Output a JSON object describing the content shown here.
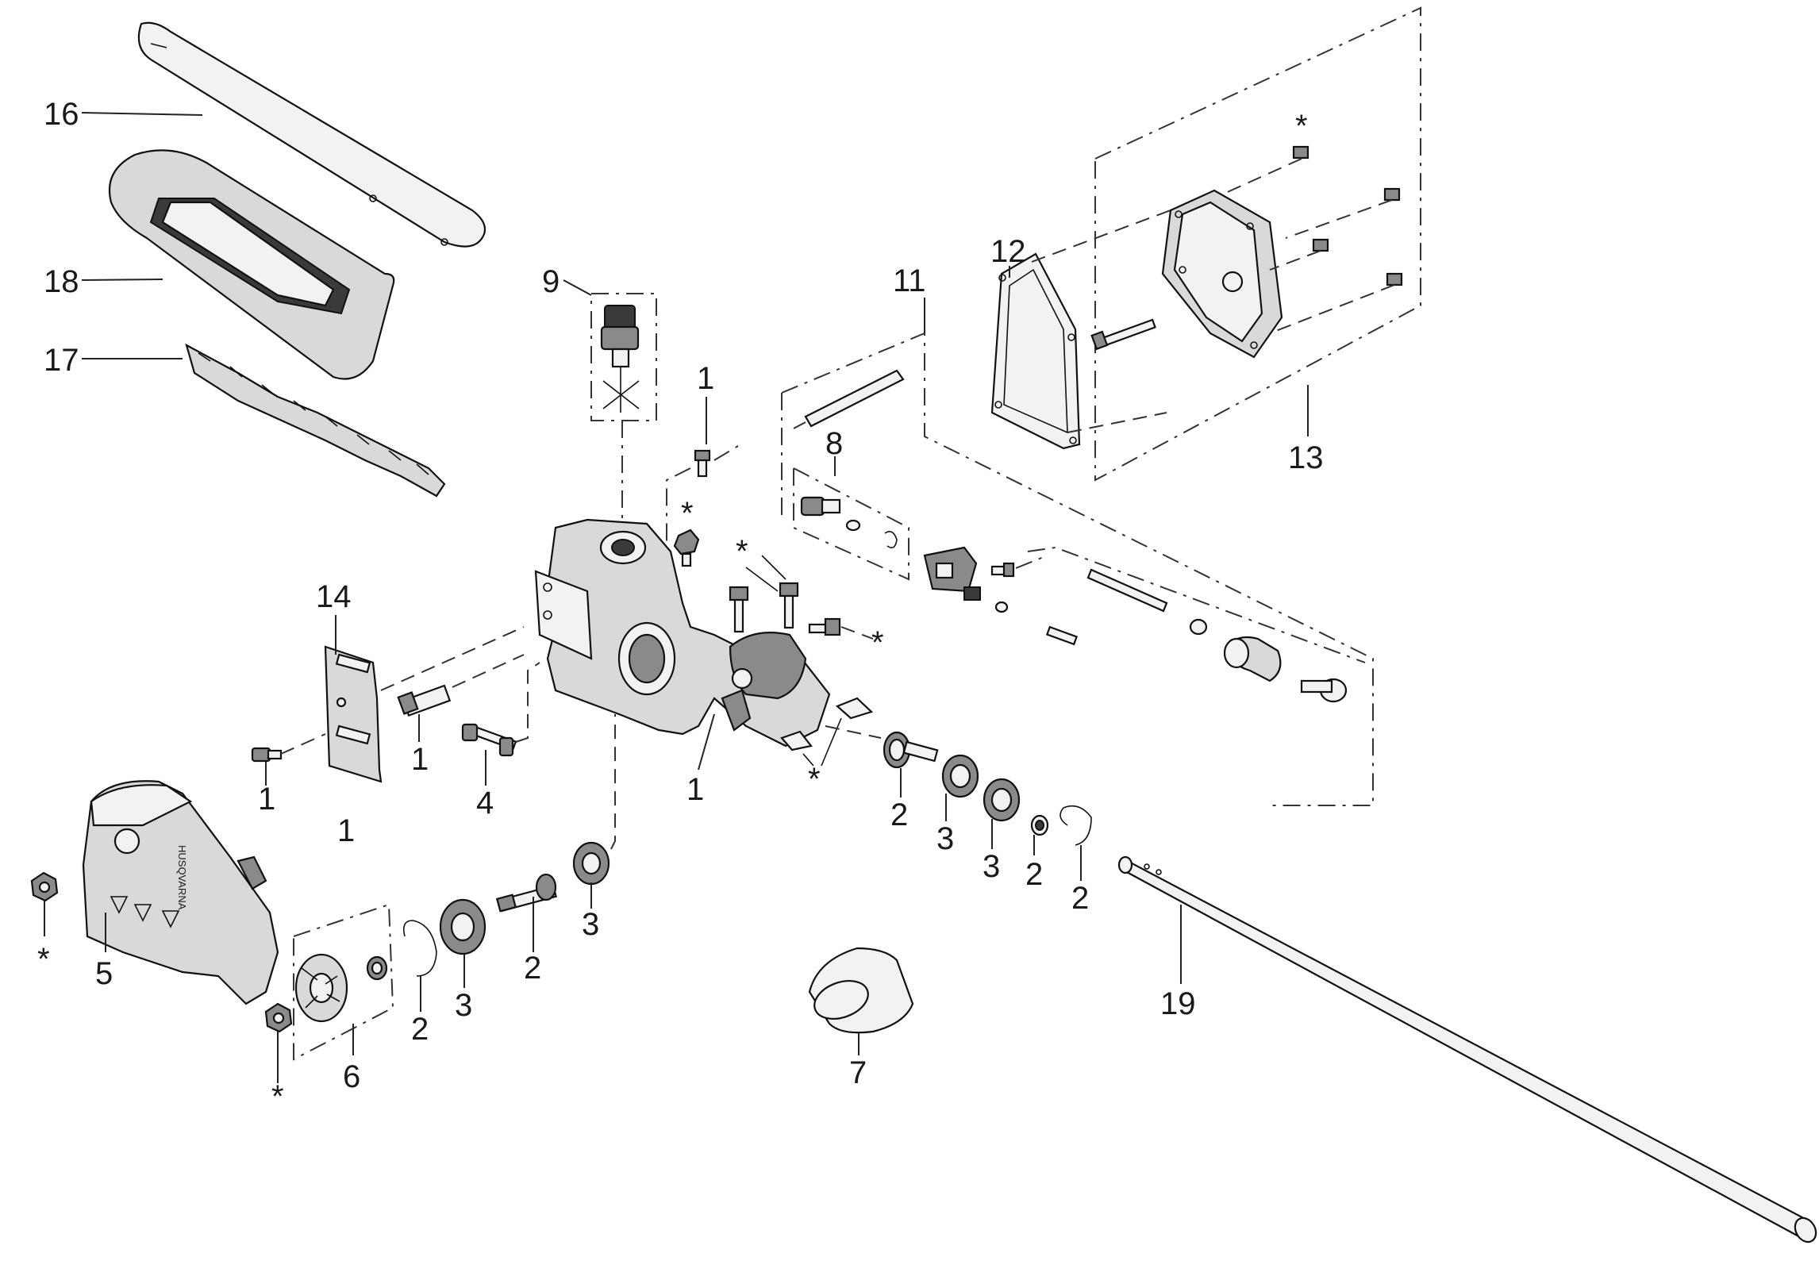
{
  "diagram": {
    "callouts": [
      {
        "id": "16",
        "text": "16"
      },
      {
        "id": "18",
        "text": "18"
      },
      {
        "id": "17",
        "text": "17"
      },
      {
        "id": "9",
        "text": "9"
      },
      {
        "id": "1a",
        "text": "1"
      },
      {
        "id": "11",
        "text": "11"
      },
      {
        "id": "12",
        "text": "12"
      },
      {
        "id": "13",
        "text": "13"
      },
      {
        "id": "8",
        "text": "8"
      },
      {
        "id": "14",
        "text": "14"
      },
      {
        "id": "1b",
        "text": "1"
      },
      {
        "id": "1c",
        "text": "1"
      },
      {
        "id": "1d",
        "text": "1"
      },
      {
        "id": "4",
        "text": "4"
      },
      {
        "id": "1e",
        "text": "1"
      },
      {
        "id": "2a",
        "text": "2"
      },
      {
        "id": "3a",
        "text": "3"
      },
      {
        "id": "3b",
        "text": "3"
      },
      {
        "id": "2b",
        "text": "2"
      },
      {
        "id": "2c",
        "text": "2"
      },
      {
        "id": "5",
        "text": "5"
      },
      {
        "id": "6",
        "text": "6"
      },
      {
        "id": "2d",
        "text": "2"
      },
      {
        "id": "3c",
        "text": "3"
      },
      {
        "id": "2e",
        "text": "2"
      },
      {
        "id": "3d",
        "text": "3"
      },
      {
        "id": "7",
        "text": "7"
      },
      {
        "id": "19",
        "text": "19"
      }
    ],
    "asterisks": {
      "symbol": "*"
    },
    "cover_logo_text": "HUSQVARNA"
  }
}
